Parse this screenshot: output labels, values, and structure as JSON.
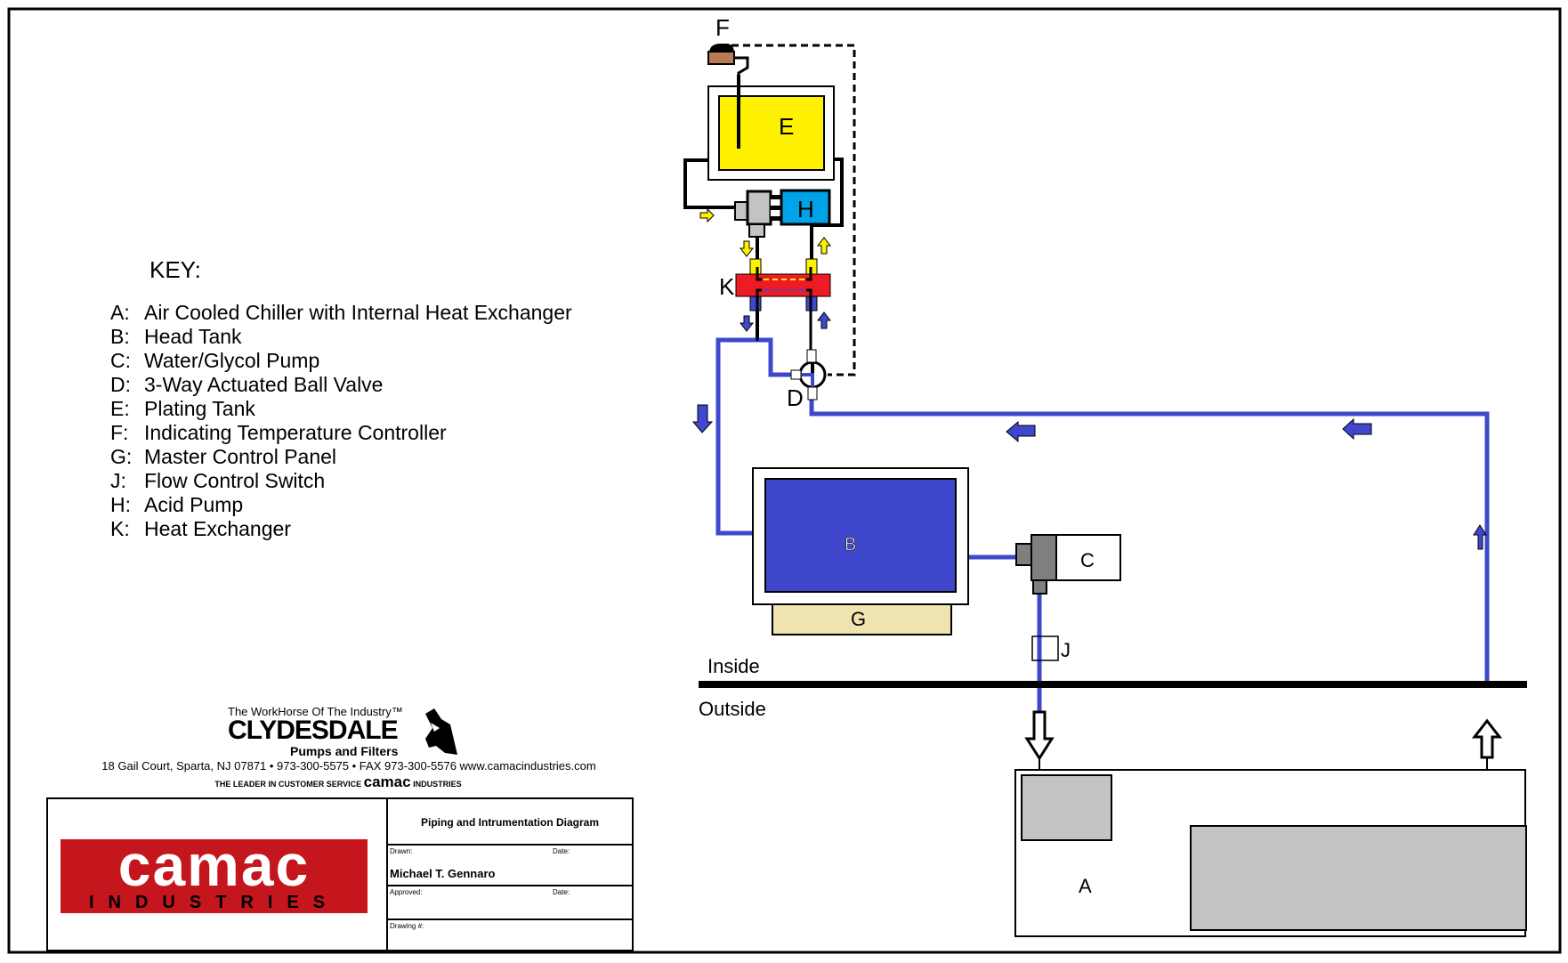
{
  "colors": {
    "pipe_blue": "#3f48cc",
    "plating_yellow": "#fff200",
    "acid_pump_blue": "#00a2e8",
    "heat_exchanger_red": "#ed1c24",
    "panel_tan": "#efe4b0",
    "equipment_gray": "#c3c3c3",
    "motor_gray": "#7f7f7f",
    "controller_brown": "#b97a57",
    "camac_red": "#c4161c"
  },
  "key": {
    "title": "KEY:",
    "items": [
      {
        "code": "A:",
        "label": "Air Cooled Chiller with Internal Heat Exchanger"
      },
      {
        "code": "B:",
        "label": "Head Tank"
      },
      {
        "code": "C:",
        "label": "Water/Glycol Pump"
      },
      {
        "code": "D:",
        "label": "3-Way Actuated Ball Valve"
      },
      {
        "code": "E:",
        "label": "Plating Tank"
      },
      {
        "code": "F:",
        "label": "Indicating Temperature Controller"
      },
      {
        "code": "G:",
        "label": "Master Control Panel"
      },
      {
        "code": "J:",
        "label": "Flow Control Switch"
      },
      {
        "code": "H:",
        "label": "Acid Pump"
      },
      {
        "code": "K:",
        "label": "Heat Exchanger"
      }
    ]
  },
  "diagram": {
    "labels": {
      "A": "A",
      "B": "B",
      "C": "C",
      "D": "D",
      "E": "E",
      "F": "F",
      "G": "G",
      "H": "H",
      "J": "J",
      "K": "K"
    },
    "zones": {
      "inside": "Inside",
      "outside": "Outside"
    }
  },
  "brand": {
    "tagline": "The WorkHorse Of The Industry™",
    "name": "CLYDESDALE",
    "subtitle": "Pumps and Filters",
    "address": "18 Gail Court, Sparta, NJ 07871 • 973-300-5575 • FAX 973-300-5576 www.camacindustries.com",
    "leader_prefix": "THE LEADER IN CUSTOMER SERVICE",
    "leader_brand": "camac",
    "leader_suffix": "INDUSTRIES"
  },
  "title_block": {
    "logo_main": "camac",
    "logo_sub": "INDUSTRIES",
    "title": "Piping and Intrumentation Diagram",
    "drawn_label": "Drawn:",
    "drawn_value": "Michael T. Gennaro",
    "date_label": "Date:",
    "approved_label": "Approved:",
    "approved_date_label": "Date:",
    "drawing_no_label": "Drawing #:"
  }
}
